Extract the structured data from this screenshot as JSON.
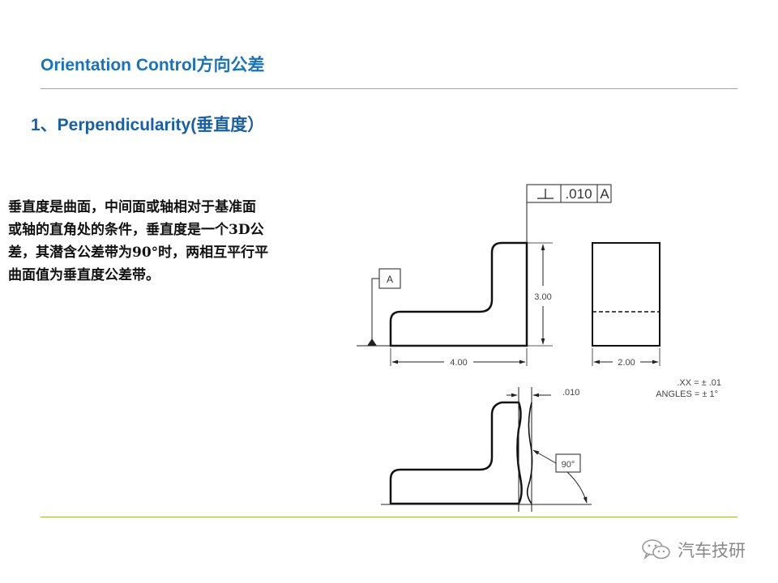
{
  "slide": {
    "title": "Orientation Control方向公差",
    "subtitle": "1、Perpendicularity(垂直度）",
    "body_lines": [
      "垂直度是曲面，中间面或轴相对于基准面",
      "或轴的直角处的条件，垂直度是一个3D公",
      "差，其潜含公差带为90°时，两相互平行平",
      "曲面值为垂直度公差带。"
    ]
  },
  "drawing": {
    "fcf_symbol": "⊥",
    "fcf_tolerance": ".010",
    "fcf_datum": "A",
    "datum_label": "A",
    "dim_height": "3.00",
    "dim_width": "4.00",
    "dim_depth": "2.00",
    "note_xx": ".XX = ± .01",
    "note_angles": "ANGLES = ± 1°",
    "zone_tolerance": ".010",
    "angle_label": "90°"
  },
  "watermark": {
    "text": "汽车技研",
    "icon": "wechat-icon"
  }
}
